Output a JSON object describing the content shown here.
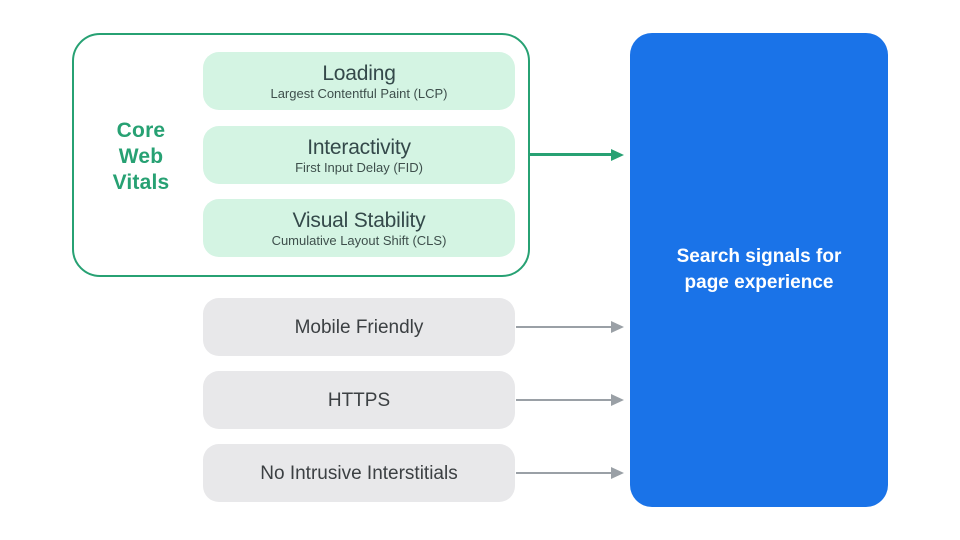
{
  "core_web_vitals": {
    "group_label": "Core Web Vitals",
    "metrics": [
      {
        "title": "Loading",
        "subtitle": "Largest Contentful Paint (LCP)"
      },
      {
        "title": "Interactivity",
        "subtitle": "First Input Delay (FID)"
      },
      {
        "title": "Visual Stability",
        "subtitle": "Cumulative Layout Shift (CLS)"
      }
    ]
  },
  "other_signals": [
    {
      "label": "Mobile Friendly"
    },
    {
      "label": "HTTPS"
    },
    {
      "label": "No Intrusive Interstitials"
    }
  ],
  "result_box": {
    "label": "Search signals for page experience"
  },
  "colors": {
    "green": "#27a173",
    "green_light": "#d4f4e3",
    "gray_pill": "#e8e8ea",
    "arrow_gray": "#9aa0a6",
    "blue": "#1a73e8",
    "text_dark": "#34494a",
    "text_gray": "#3c4043",
    "white": "#ffffff"
  }
}
